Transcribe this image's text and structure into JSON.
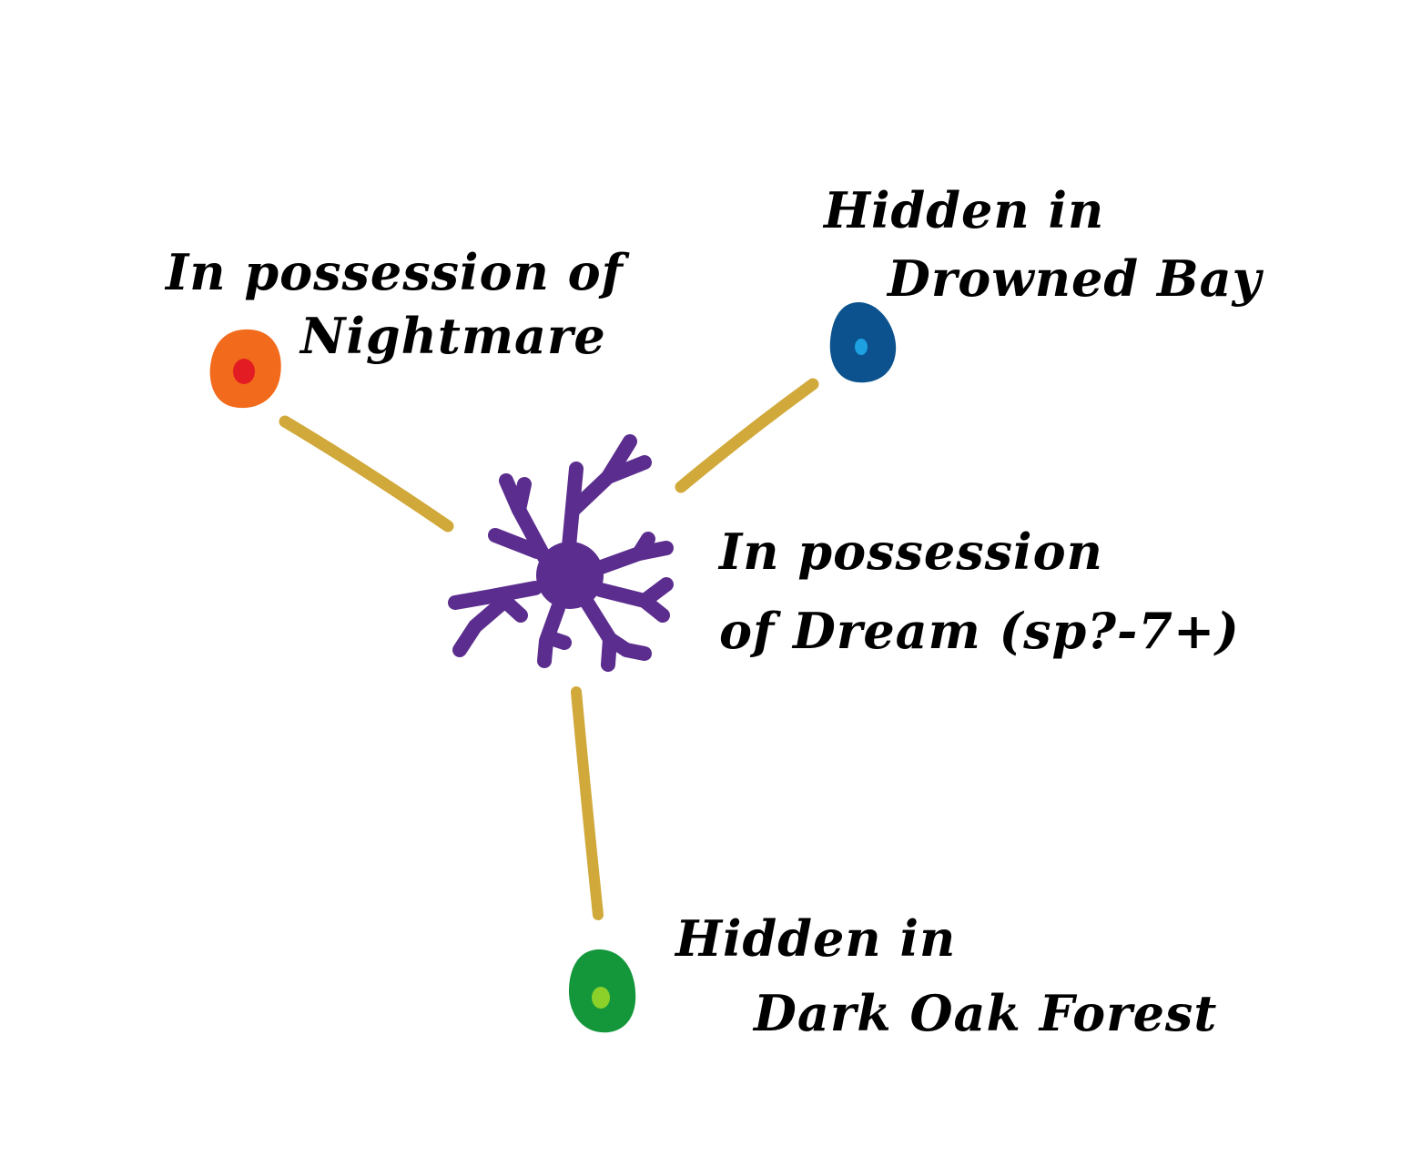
{
  "diagram": {
    "center": {
      "label_line1": "In possession",
      "label_line2": "of Dream (sp?-7+)",
      "color": "#5b2d8e"
    },
    "nodes": [
      {
        "id": "nightmare",
        "label_line1": "In possession of",
        "label_line2": "Nightmare",
        "outer_color": "#f26a1b",
        "inner_color": "#e31b23"
      },
      {
        "id": "drowned-bay",
        "label_line1": "Hidden in",
        "label_line2": "Drowned Bay",
        "outer_color": "#0b528e",
        "inner_color": "#1da1e0"
      },
      {
        "id": "dark-oak-forest",
        "label_line1": "Hidden in",
        "label_line2": "Dark Oak Forest",
        "outer_color": "#13973a",
        "inner_color": "#8cd12a"
      }
    ],
    "connector_color": "#d4a93a"
  }
}
